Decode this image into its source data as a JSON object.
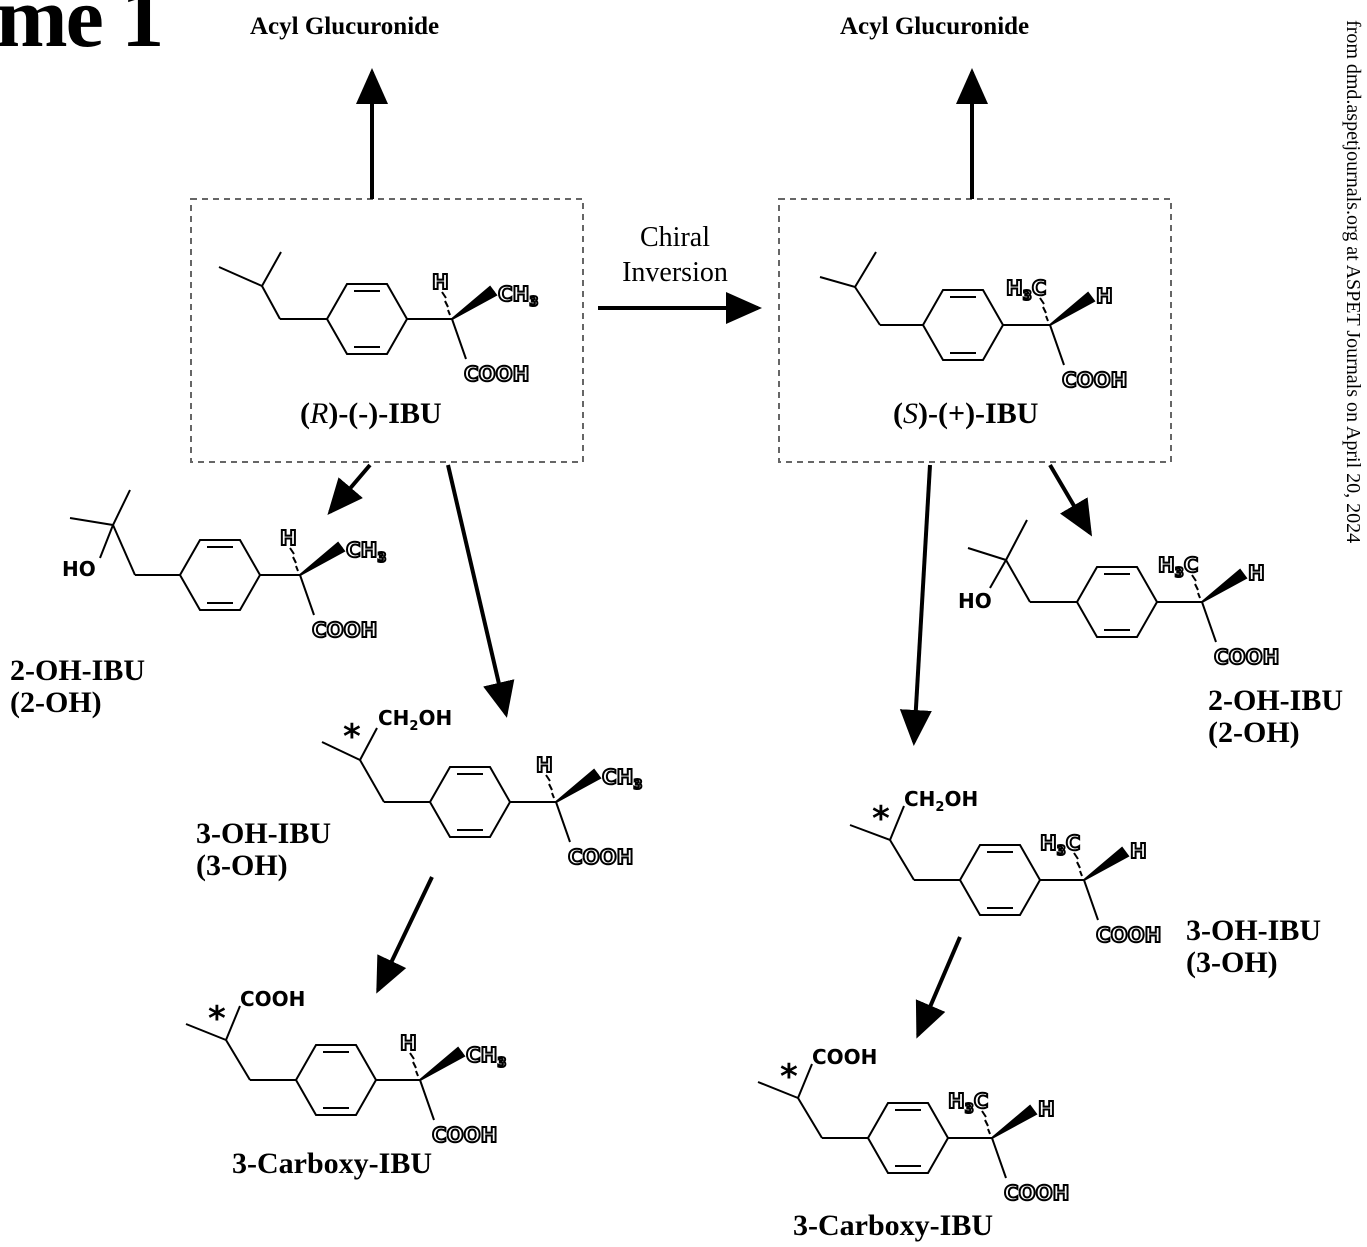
{
  "title_fragment": "me 1",
  "side_note": "from dmd.aspetjournals.org at ASPET Journals on April 20, 2024",
  "glucuronide_left": "Acyl Glucuronide",
  "glucuronide_right": "Acyl Glucuronide",
  "chiral_line1": "Chiral",
  "chiral_line2": "Inversion",
  "r_ibu": {
    "prefix": "(",
    "config": "R",
    "suffix": ")-(-)-IBU"
  },
  "s_ibu": {
    "prefix": "(",
    "config": "S",
    "suffix": ")-(+)-IBU"
  },
  "left_2oh": {
    "line1": "2-OH-IBU",
    "line2": "(2-OH)"
  },
  "left_3oh": {
    "line1": "3-OH-IBU",
    "line2": "(3-OH)"
  },
  "left_carboxy": "3-Carboxy-IBU",
  "right_2oh": {
    "line1": "2-OH-IBU",
    "line2": "(2-OH)"
  },
  "right_3oh": {
    "line1": "3-OH-IBU",
    "line2": "(3-OH)"
  },
  "right_carboxy": "3-Carboxy-IBU"
}
